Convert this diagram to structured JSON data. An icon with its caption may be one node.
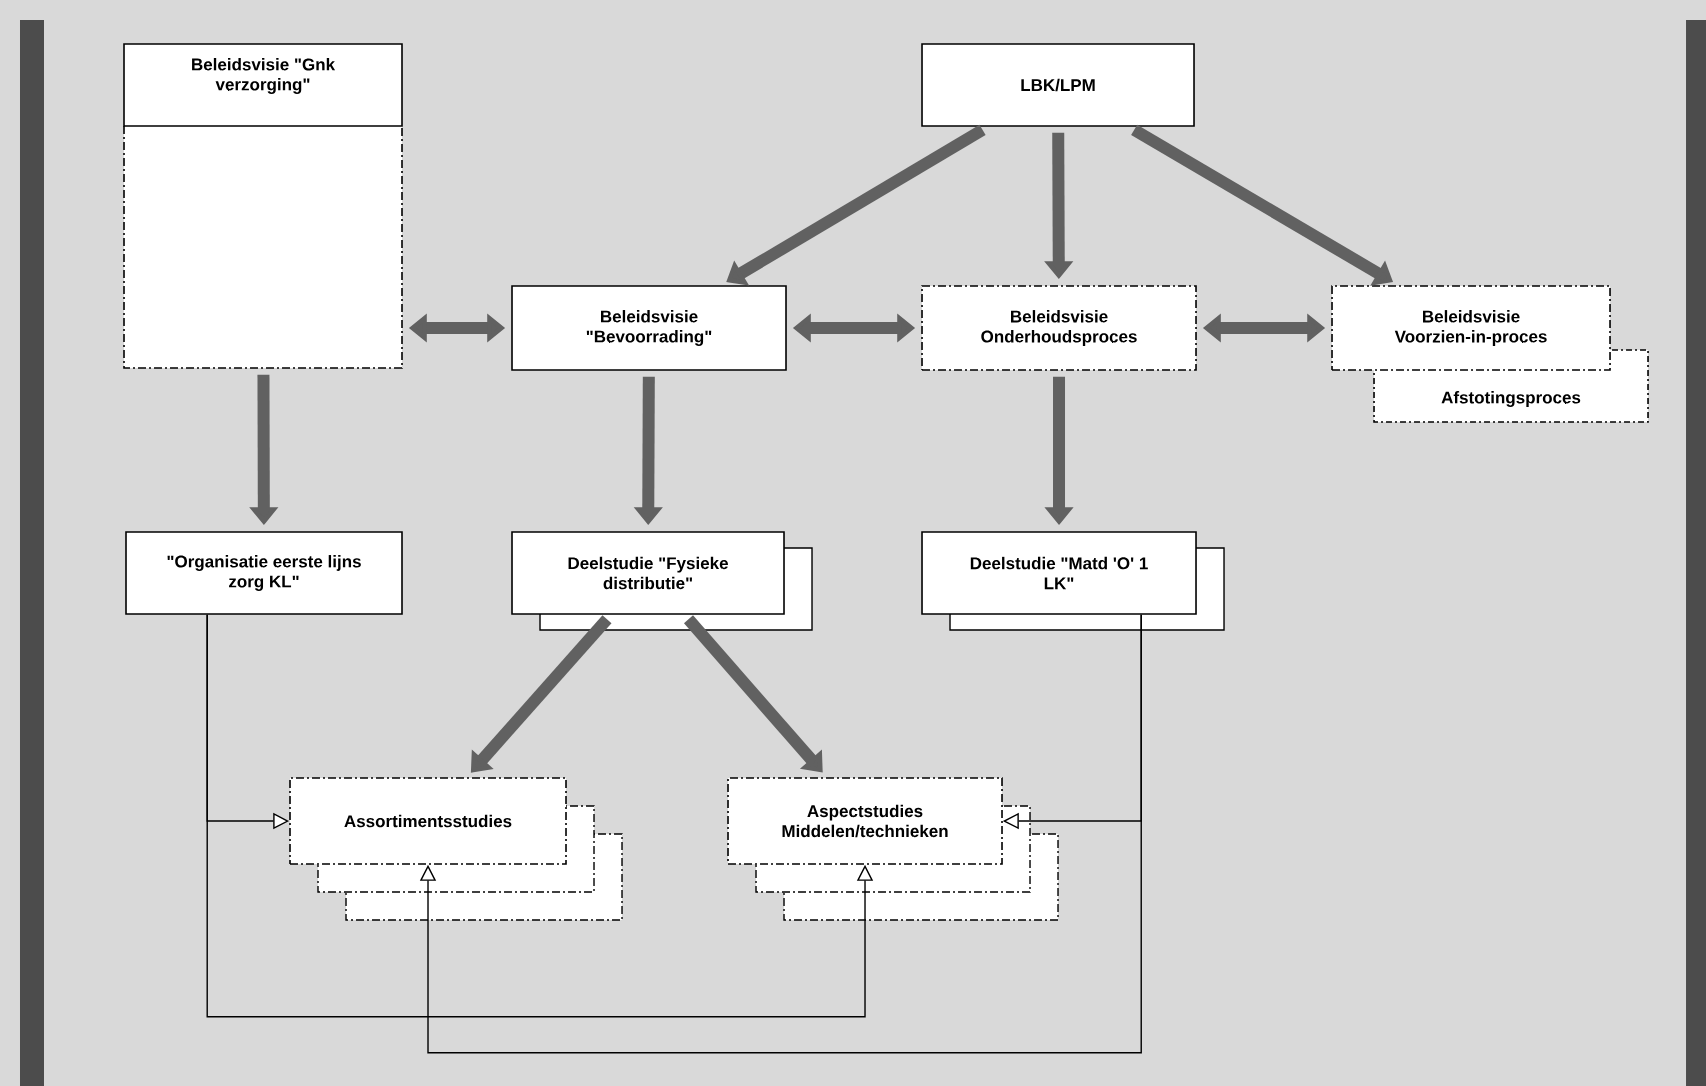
{
  "diagram": {
    "nodes": [
      {
        "text": [
          "Beleidsvisie \"Gnk verzorging\""
        ]
      },
      {
        "text": [
          "LBK/LPM"
        ]
      },
      {
        "text": [
          "Beleidsvisie \"Bevoorrading\""
        ]
      },
      {
        "text": [
          "Beleidsvisie Onderhoudsproces"
        ]
      },
      {
        "text": [
          "Beleidsvisie Voorzien-in-proces"
        ]
      },
      {
        "text": [
          "Afstotingsproces"
        ]
      },
      {
        "text": [
          "\"Organisatie eerste lijns zorg KL\""
        ]
      },
      {
        "text": [
          "Deelstudie \"Fysieke distributie\""
        ]
      },
      {
        "text": [
          "Deelstudie \"Matd 'O' 1 LK\""
        ]
      },
      {
        "text": [
          "Assortimentsstudies"
        ]
      },
      {
        "text": [
          "Aspectstudies Middelen/technieken"
        ]
      }
    ],
    "edges": [
      {
        "from": 1,
        "to": 2,
        "arrow": "to"
      },
      {
        "from": 1,
        "to": 3,
        "arrow": "to"
      },
      {
        "from": 1,
        "to": 4,
        "arrow": "to"
      },
      {
        "from": 0,
        "to": 2,
        "arrow": "both"
      },
      {
        "from": 2,
        "to": 3,
        "arrow": "both"
      },
      {
        "from": 3,
        "to": 4,
        "arrow": "both"
      },
      {
        "from": 0,
        "to": 6,
        "arrow": "to"
      },
      {
        "from": 2,
        "to": 7,
        "arrow": "to"
      },
      {
        "from": 3,
        "to": 8,
        "arrow": "to"
      },
      {
        "from": 7,
        "to": 9,
        "arrow": "to"
      },
      {
        "from": 7,
        "to": 10,
        "arrow": "to"
      },
      {
        "from": 6,
        "to": 9,
        "arrow": "to",
        "color": "#000000"
      },
      {
        "from": 6,
        "to": 10,
        "arrow": "to",
        "color": "#000000"
      },
      {
        "from": 8,
        "to": 9,
        "arrow": "to",
        "color": "#000000"
      },
      {
        "from": 8,
        "to": 10,
        "arrow": "to",
        "color": "#000000"
      }
    ]
  }
}
